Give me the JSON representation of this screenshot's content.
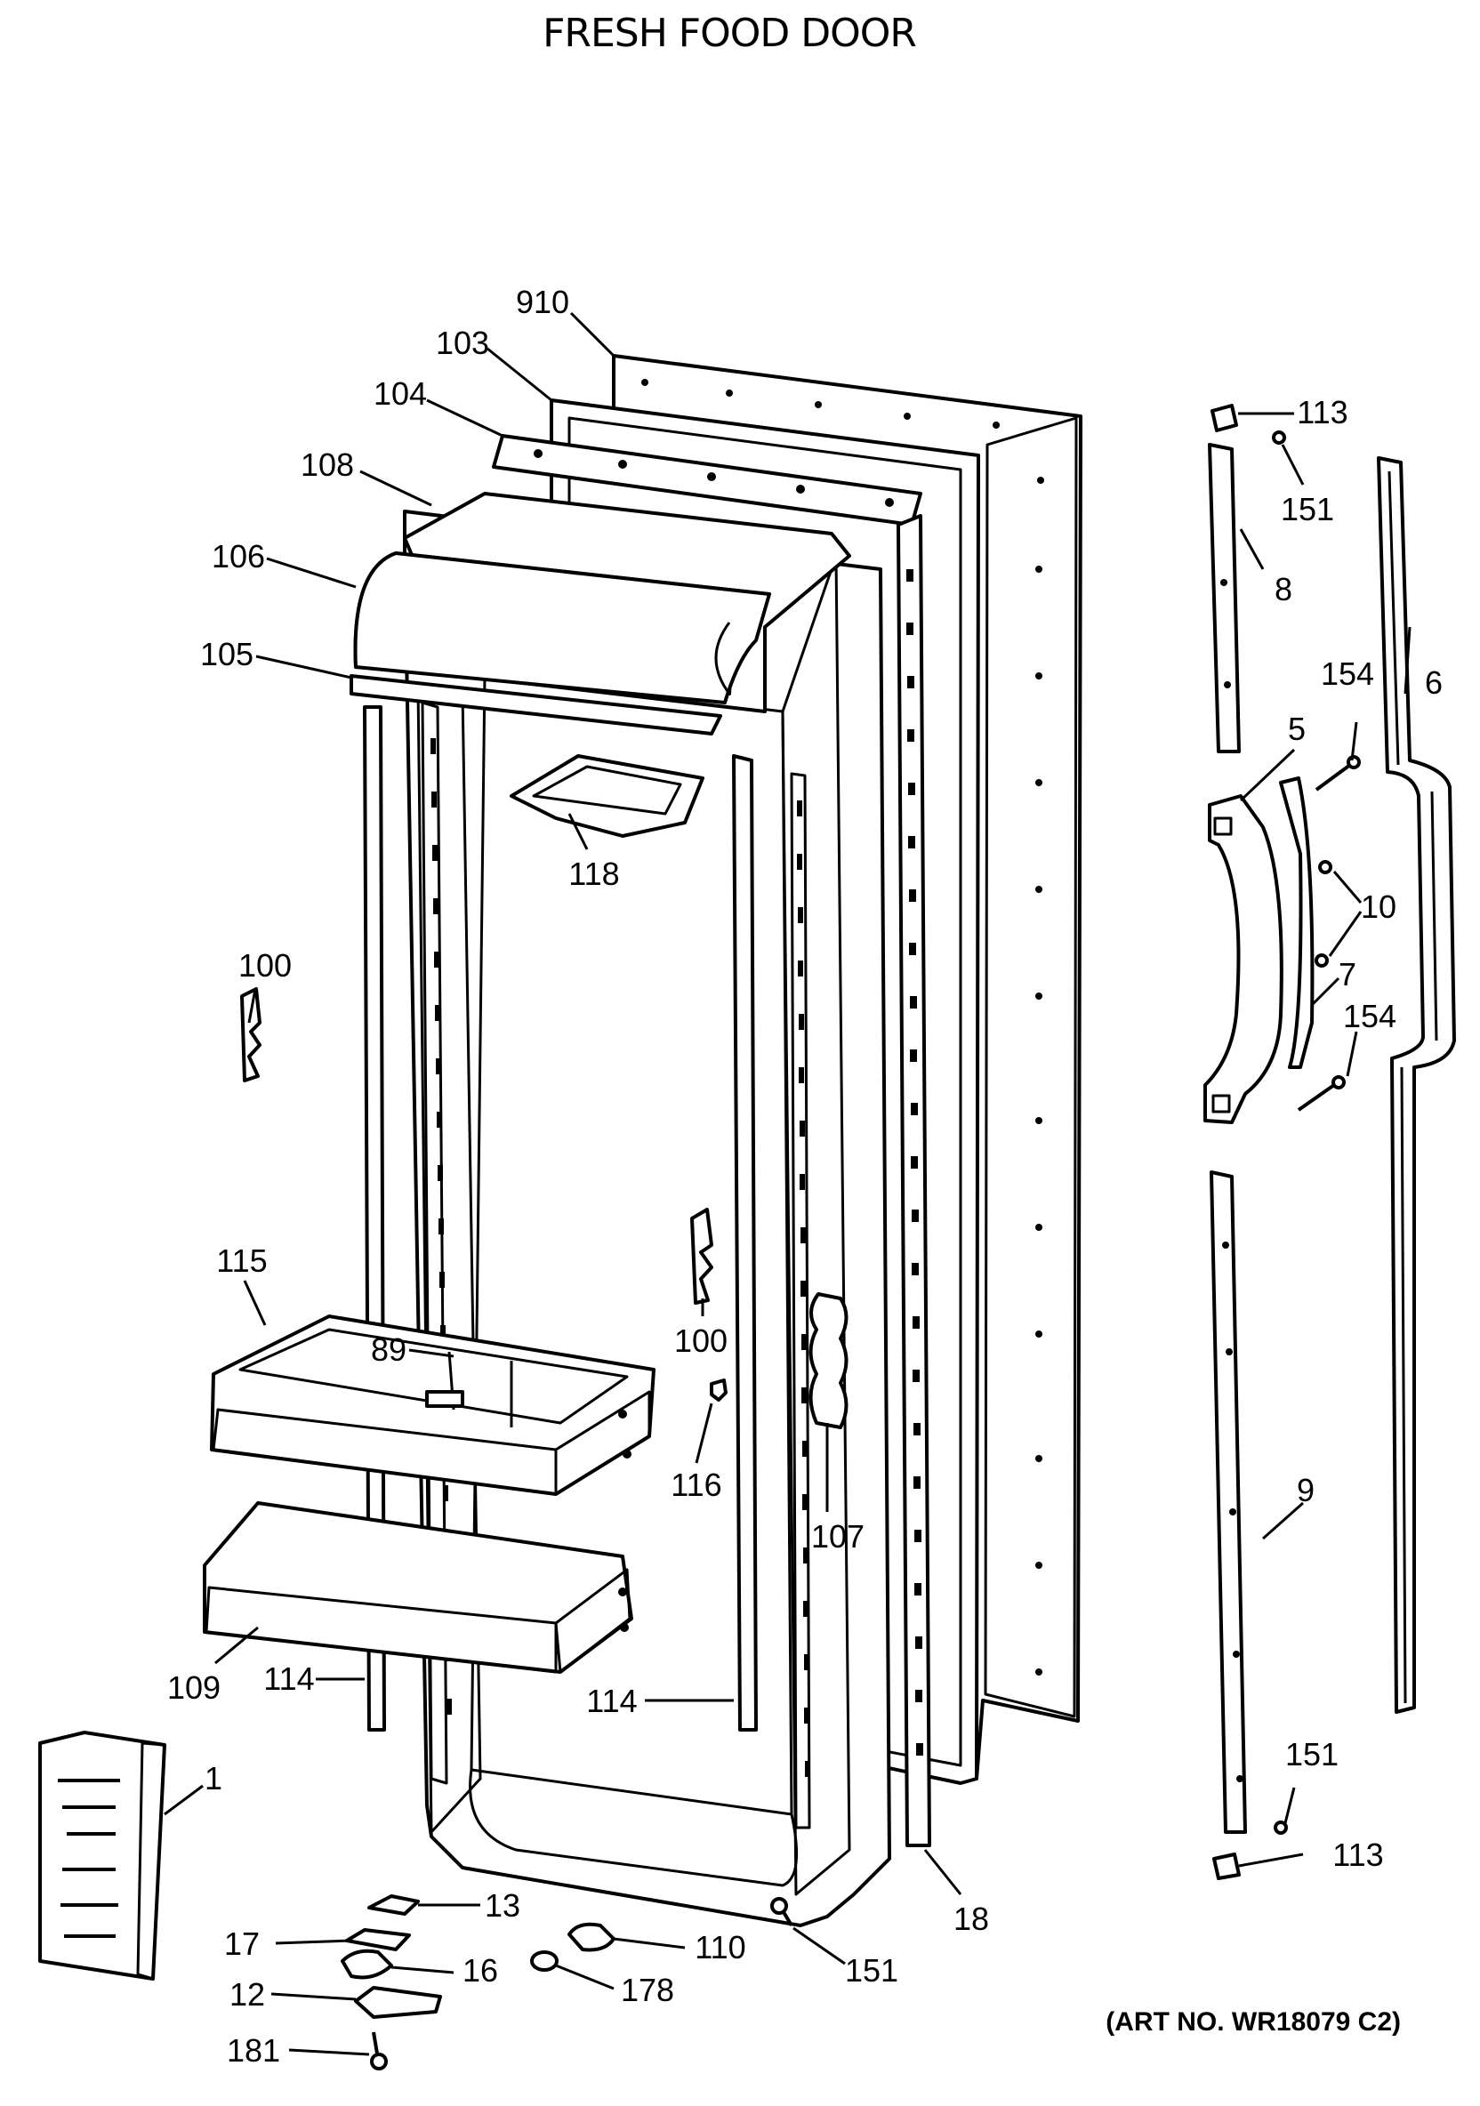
{
  "title": "FRESH FOOD DOOR",
  "art_number": "(ART NO. WR18079 C2)",
  "callouts": {
    "c910": "910",
    "c103": "103",
    "c104": "104",
    "c108": "108",
    "c106": "106",
    "c105": "105",
    "c118": "118",
    "c100a": "100",
    "c100b": "100",
    "c115": "115",
    "c89": "89",
    "c116": "116",
    "c107": "107",
    "c109": "109",
    "c114a": "114",
    "c114b": "114",
    "c1": "1",
    "c13": "13",
    "c17": "17",
    "c16": "16",
    "c12": "12",
    "c181": "181",
    "c110": "110",
    "c178": "178",
    "c151a": "151",
    "c18": "18",
    "c113a": "113",
    "c151b": "151",
    "c8": "8",
    "c154a": "154",
    "c6": "6",
    "c5": "5",
    "c10": "10",
    "c7": "7",
    "c154b": "154",
    "c9": "9",
    "c151c": "151",
    "c113b": "113"
  }
}
